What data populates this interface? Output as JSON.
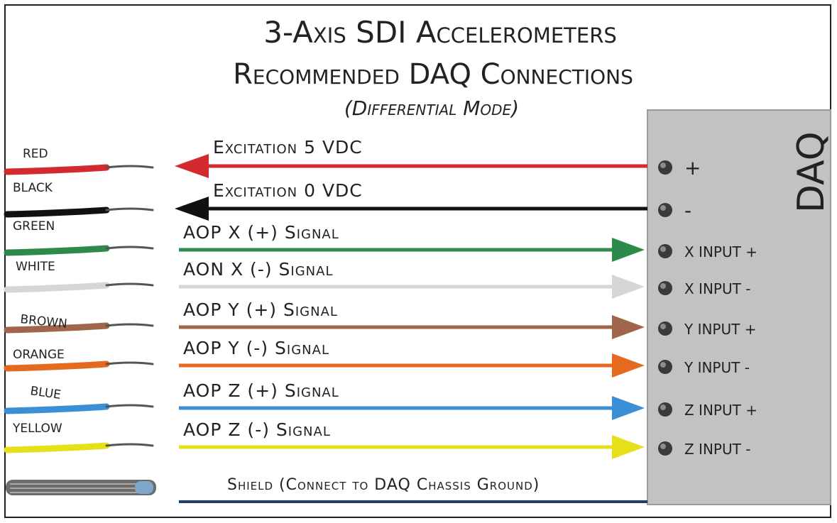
{
  "title": {
    "line1": "3-Axis SDI Accelerometers",
    "line2": "Recommended DAQ Connections",
    "mode": "(Differential Mode)"
  },
  "daq": {
    "label": "DAQ",
    "panel_color": "#c2c2c2"
  },
  "rows": [
    {
      "id": "red",
      "wire": "RED",
      "color": "#d32a2f",
      "signal": "Excitation 5 VDC",
      "pin": "+",
      "direction": "to-sensor",
      "pin_is_sign": true
    },
    {
      "id": "black",
      "wire": "BLACK",
      "color": "#111111",
      "signal": "Excitation 0 VDC",
      "pin": "-",
      "direction": "to-sensor",
      "pin_is_sign": true
    },
    {
      "id": "green",
      "wire": "GREEN",
      "color": "#2e8a4a",
      "signal": "AOP X (+) Signal",
      "pin": "X INPUT +",
      "direction": "to-daq"
    },
    {
      "id": "white",
      "wire": "WHITE",
      "color": "#d6d6d6",
      "signal": "AON X (-) Signal",
      "pin": "X INPUT -",
      "direction": "to-daq"
    },
    {
      "id": "brown",
      "wire": "BROWN",
      "color": "#a0654a",
      "signal": "AOP Y (+) Signal",
      "pin": "Y INPUT +",
      "direction": "to-daq"
    },
    {
      "id": "orange",
      "wire": "ORANGE",
      "color": "#e56a1e",
      "signal": "AOP Y (-) Signal",
      "pin": "Y INPUT -",
      "direction": "to-daq"
    },
    {
      "id": "blue",
      "wire": "BLUE",
      "color": "#3a8fd6",
      "signal": "AOP Z (+) Signal",
      "pin": "Z INPUT +",
      "direction": "to-daq"
    },
    {
      "id": "yellow",
      "wire": "YELLOW",
      "color": "#e6e01a",
      "signal": "AOP Z (-) Signal",
      "pin": "Z INPUT -",
      "direction": "to-daq"
    }
  ],
  "shield": {
    "label": "Shield (Connect to DAQ Chassis Ground)",
    "color": "#1d3f6e"
  },
  "accent_color": "#d1232a"
}
